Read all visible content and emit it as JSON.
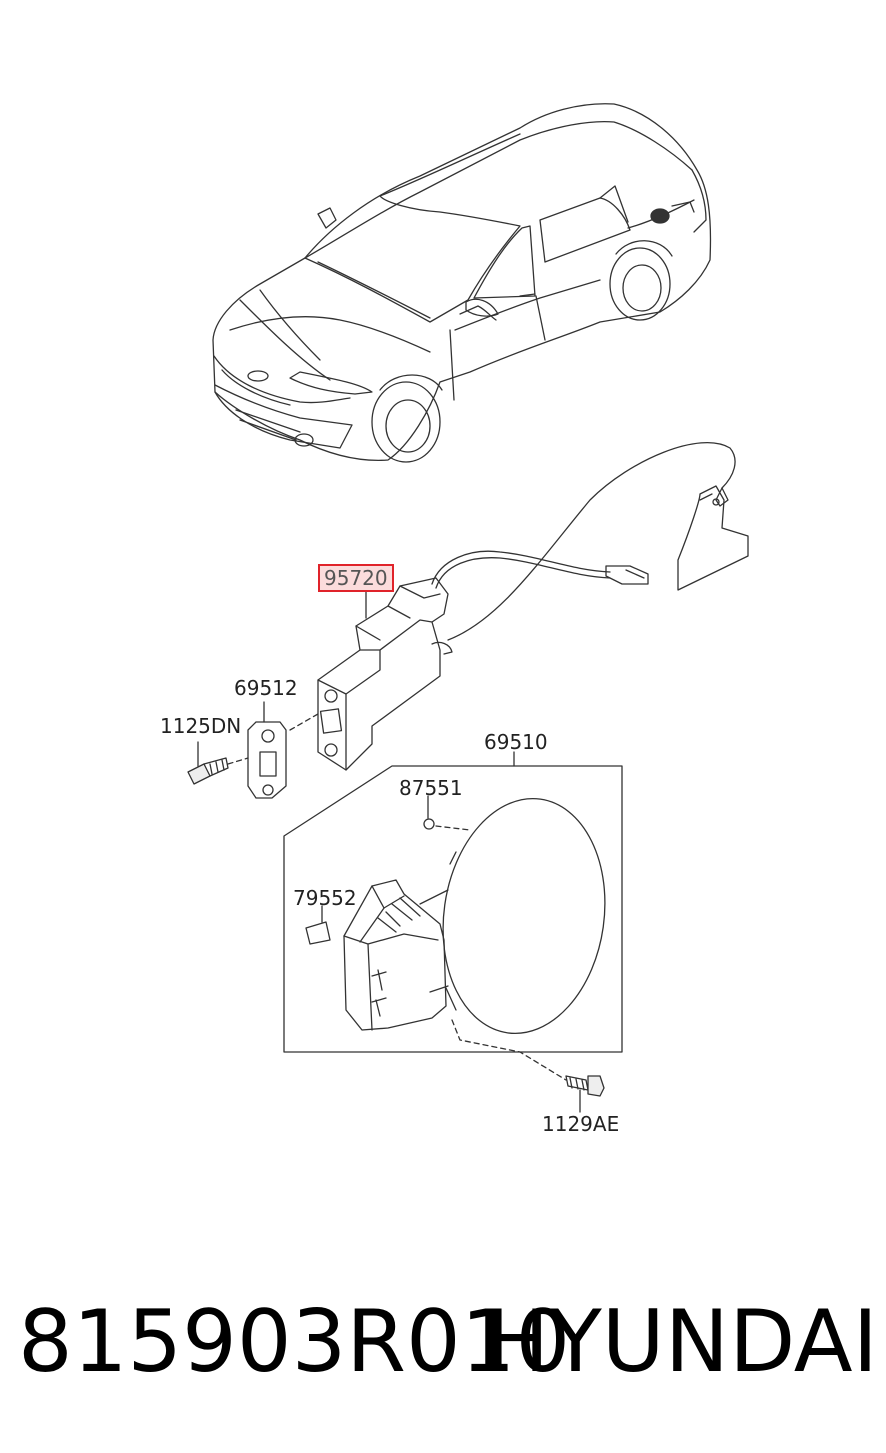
{
  "callouts": {
    "c95720": "95720",
    "c69512": "69512",
    "c1125DN": "1125DN",
    "c69510": "69510",
    "c87551": "87551",
    "c79552": "79552",
    "c1129AE": "1129AE"
  },
  "highlight": {
    "part": "95720",
    "color": "#e0232a"
  },
  "footer": {
    "part_number": "815903R010",
    "brand": "HYUNDAI"
  }
}
